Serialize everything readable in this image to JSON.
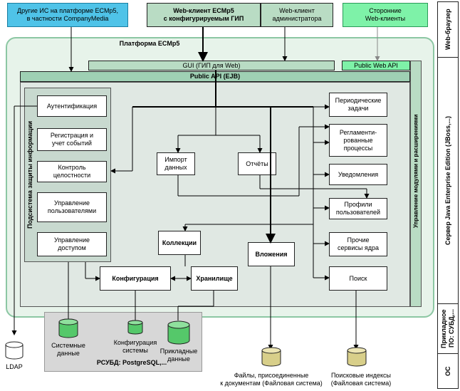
{
  "top": {
    "other_is": "Другие ИС на платформе ECMp5,\nв частности CompanyMedia",
    "web_client": "Web-клиент ECMp5\nс конфигурируемым ГИП",
    "admin_client": "Web-клиент\nадминистратора",
    "third_party": "Сторонние\nWeb-клиенты"
  },
  "platform_title": "Платформа ECMp5",
  "gui": "GUI (ГИП для Web)",
  "public_web_api": "Public Web API",
  "public_api": "Public API (EJB)",
  "security": {
    "title": "Подсистема защиты информации",
    "items": [
      "Аутентификация",
      "Регистрация и\nучет событий",
      "Контроль\nцелостности",
      "Управление\nпользователями",
      "Управление\nдоступом"
    ]
  },
  "center": {
    "import": "Импорт\nданных",
    "reports": "Отчёты",
    "collections": "Коллекции",
    "attachments": "Вложения",
    "configuration": "Конфигурация",
    "storage": "Хранилище"
  },
  "services": [
    "Периодические\nзадачи",
    "Регламенти-\nрованные\nпроцессы",
    "Уведомления",
    "Профили\nпользователей",
    "Прочие\nсервисы ядра",
    "Поиск"
  ],
  "modules_label": "Управление модулями и расширениями",
  "right_labels": {
    "browser": "Web-браузер",
    "server": "Сервер Java Enterprise Edition (JBoss,...)",
    "app_sw": "Прикладное\nПО: СУБД,...",
    "os": "ОС"
  },
  "storage_bottom": {
    "ldap": "LDAP",
    "system_data": "Системные\nданные",
    "config_systems": "Конфигурация\nсистемы",
    "app_data": "Прикладные\nданные",
    "rdbms": "РСУБД: PostgreSQL,...",
    "files": "Файлы, присоединенные\nк документам (Файловая система)",
    "indexes": "Поисковые индексы\n(Файловая система)"
  },
  "colors": {
    "top_blue": "#4fc3e8",
    "top_green": "#b9dcc4",
    "mint": "#7ef2a8",
    "platform": "#e7f3ea",
    "api_bar": "#9fd0b4",
    "security_bg": "#c8d9cf",
    "green_disk": "#55c86a",
    "tan_disk": "#d8cf8a",
    "grey_panel": "#d7d7d7"
  }
}
